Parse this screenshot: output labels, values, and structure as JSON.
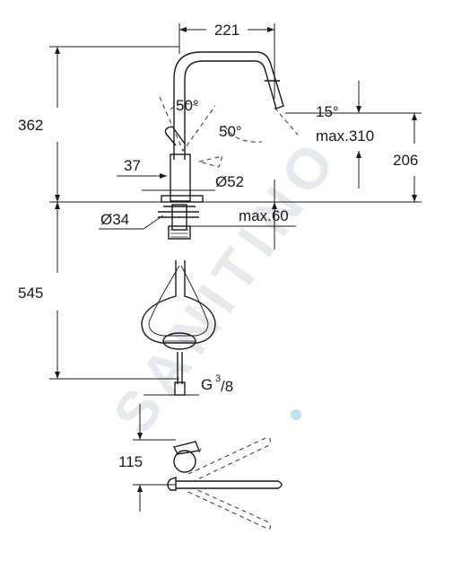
{
  "watermark": "SANITINO",
  "dimensions": {
    "width_top": "221",
    "angle_left": "50°",
    "angle_right": "50°",
    "angle_spray": "15°",
    "reach": "max.310",
    "height_total": "362",
    "spout_height": "206",
    "base_width": "37",
    "base_diameter": "Ø52",
    "hole_diameter": "Ø34",
    "deck_thickness": "max.60",
    "hose_length": "545",
    "connection_main": "G",
    "connection_sup": "3",
    "connection_sub": "/8",
    "plan_offset": "115"
  },
  "colors": {
    "line": "#1a1a1a",
    "dashed": "#444444",
    "watermark": "#e6eaf0",
    "accent": "#7ec3e8"
  }
}
